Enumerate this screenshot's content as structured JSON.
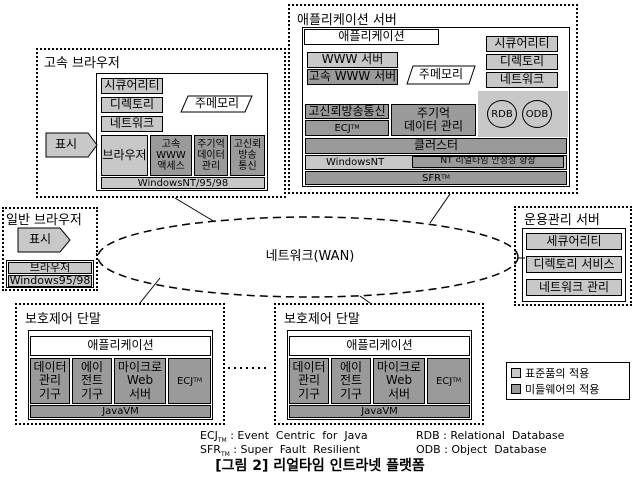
{
  "fast_browser": {
    "title": "고속 브라우저",
    "security": "시큐어리티",
    "directory": "디렉토리",
    "network": "네트워크",
    "main_memory": "주메모리",
    "display": "표시",
    "browser": "브라우저",
    "www_access": "고속\nWWW\n액세스",
    "memory_mgmt": "주기억\n데이터\n관리",
    "broadcast": "고신뢰\n방송\n통신",
    "os": "WindowsNT/95/98"
  },
  "app_server": {
    "title": "애플리케이션 서버",
    "app": "애플리케이션",
    "www_server": "WWW 서버",
    "fast_www_server": "고속 WWW 서버",
    "security": "시큐어리티",
    "directory": "디렉토리",
    "network": "네트워크",
    "main_memory": "주메모리",
    "rdb": "RDB",
    "odb": "ODB",
    "broadcast": "고신뢰방송통신",
    "ecj": "ECJ",
    "tm": "TM",
    "mem_data": "주기억\n데이터 관리",
    "cluster": "클러스터",
    "windowsnt": "WindowsNT",
    "nt_realtime": "NT 리얼타임 안정성 향상",
    "sfr": "SFR"
  },
  "general_browser": {
    "title": "일반 브라우저",
    "display": "표시",
    "browser": "브라우저",
    "os": "Windows95/98"
  },
  "network": {
    "label": "네트워크(WAN)"
  },
  "ops_server": {
    "title": "운용관리 서버",
    "security": "세큐어리티",
    "directory": "디렉토리 서비스",
    "network": "네트워크 관리"
  },
  "terminal": {
    "title": "보호제어 단말",
    "app": "애플리케이션",
    "data_tool": "데이터\n관리\n기구",
    "agent_tool": "에이\n전트\n기구",
    "web_server": "마이크로\nWeb\n서버",
    "ecj": "ECJ",
    "jvm": "JavaVM"
  },
  "legend": {
    "standard": "표준품의 적용",
    "middleware": "미들웨어의 적용",
    "standard_color": "#c8c8c8",
    "middleware_color": "#9a9a9a"
  },
  "footnotes": {
    "ecj_prefix": "ECJ",
    "ecj_text": " : Event  Centric  for  Java",
    "sfr_prefix": "SFR",
    "sfr_text": " : Super  Fault  Resilient",
    "rdb": "RDB : Relational  Database",
    "odb": "ODB : Object  Database",
    "tm": "TM"
  },
  "caption": "[그림 2] 리얼타임 인트라넷 플랫폼"
}
